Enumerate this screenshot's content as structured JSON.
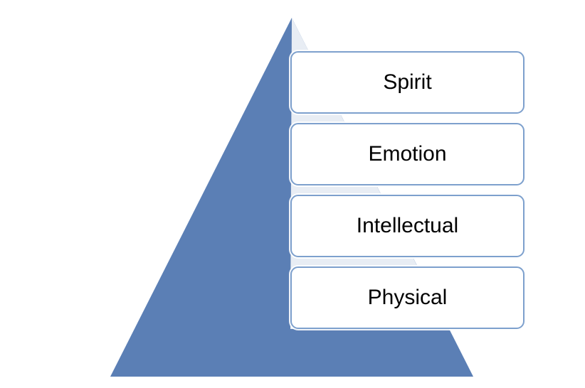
{
  "diagram": {
    "type": "pyramid-list",
    "levels": [
      {
        "label": "Spirit"
      },
      {
        "label": "Emotion"
      },
      {
        "label": "Intellectual"
      },
      {
        "label": "Physical"
      }
    ],
    "colors": {
      "pyramid_fill": "#5b7fb5",
      "overlay_fill": "#e8edf4",
      "box_border": "#7da0cd",
      "box_fill": "#ffffff",
      "label_text": "#000000"
    }
  }
}
